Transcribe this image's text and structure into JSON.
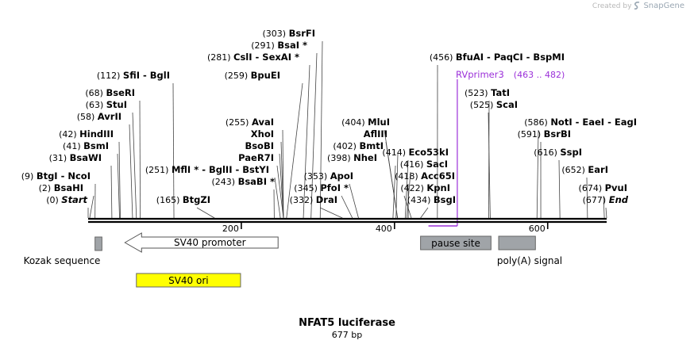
{
  "credit": {
    "prefix": "Created by",
    "brand": "SnapGene"
  },
  "plasmid": {
    "name": "NFAT5 luciferase",
    "length_label": "677 bp",
    "length_bp": 677
  },
  "ruler": {
    "ticks": [
      200,
      400,
      600
    ]
  },
  "colors": {
    "primer": "#9b30d9",
    "feature_gray": "#a0a4a8",
    "ori": "#ffff00",
    "promoter": "#ffffff",
    "line": "#444444"
  },
  "primer": {
    "name": "RVprimer3",
    "range": "(463 .. 482)",
    "start": 463,
    "end": 482
  },
  "sites": [
    {
      "pos": "(0)",
      "name": "Start",
      "bp": 0,
      "italic": true
    },
    {
      "pos": "(2)",
      "name": "BsaHI",
      "bp": 2
    },
    {
      "pos": "(9)",
      "name": "BtgI  -  NcoI",
      "bp": 9
    },
    {
      "pos": "(31)",
      "name": "BsaWI",
      "bp": 31
    },
    {
      "pos": "(41)",
      "name": "BsmI",
      "bp": 41
    },
    {
      "pos": "(42)",
      "name": "HindIII",
      "bp": 42
    },
    {
      "pos": "(58)",
      "name": "AvrII",
      "bp": 58
    },
    {
      "pos": "(63)",
      "name": "StuI",
      "bp": 63
    },
    {
      "pos": "(68)",
      "name": "BseRI",
      "bp": 68
    },
    {
      "pos": "(112)",
      "name": "SfiI  -  BglI",
      "bp": 112
    },
    {
      "pos": "(165)",
      "name": "BtgZI",
      "bp": 165
    },
    {
      "pos": "(251)",
      "name": "MflI *  -  BglII  -  BstYI",
      "bp": 251
    },
    {
      "pos": "(243)",
      "name": "BsaBI *",
      "bp": 243
    },
    {
      "pos": "",
      "name": "PaeR7I",
      "bp": 255
    },
    {
      "pos": "",
      "name": "BsoBI",
      "bp": 255
    },
    {
      "pos": "",
      "name": "XhoI",
      "bp": 255
    },
    {
      "pos": "(255)",
      "name": "AvaI",
      "bp": 255
    },
    {
      "pos": "(259)",
      "name": "BpuEI",
      "bp": 259
    },
    {
      "pos": "(281)",
      "name": "CslI  -  SexAI *",
      "bp": 281
    },
    {
      "pos": "(291)",
      "name": "BsaI *",
      "bp": 291
    },
    {
      "pos": "(303)",
      "name": "BsrFI",
      "bp": 303
    },
    {
      "pos": "(332)",
      "name": "DraI",
      "bp": 332
    },
    {
      "pos": "(345)",
      "name": "PfoI *",
      "bp": 345
    },
    {
      "pos": "(353)",
      "name": "ApoI",
      "bp": 353
    },
    {
      "pos": "(398)",
      "name": "NheI",
      "bp": 398
    },
    {
      "pos": "(402)",
      "name": "BmtI",
      "bp": 402
    },
    {
      "pos": "",
      "name": "AflIII",
      "bp": 404
    },
    {
      "pos": "(404)",
      "name": "MluI",
      "bp": 404
    },
    {
      "pos": "(414)",
      "name": "Eco53kI",
      "bp": 414
    },
    {
      "pos": "(416)",
      "name": "SacI",
      "bp": 416
    },
    {
      "pos": "(418)",
      "name": "Acc65I",
      "bp": 418
    },
    {
      "pos": "(422)",
      "name": "KpnI",
      "bp": 422
    },
    {
      "pos": "(434)",
      "name": "BsgI",
      "bp": 434
    },
    {
      "pos": "(456)",
      "name": "BfuAI  -  PaqCI  -  BspMI",
      "bp": 456
    },
    {
      "pos": "(523)",
      "name": "TatI",
      "bp": 523
    },
    {
      "pos": "(525)",
      "name": "ScaI",
      "bp": 525
    },
    {
      "pos": "(586)",
      "name": "NotI  -  EaeI  -  EagI",
      "bp": 586
    },
    {
      "pos": "(591)",
      "name": "BsrBI",
      "bp": 591
    },
    {
      "pos": "(616)",
      "name": "SspI",
      "bp": 616
    },
    {
      "pos": "(652)",
      "name": "EarI",
      "bp": 652
    },
    {
      "pos": "(674)",
      "name": "PvuI",
      "bp": 674
    },
    {
      "pos": "(677)",
      "name": "End",
      "bp": 677,
      "italic": true
    }
  ],
  "features": [
    {
      "name": "Kozak sequence",
      "start": 9,
      "end": 18,
      "shape": "box",
      "color": "#a0a4a8",
      "label_pos": "below"
    },
    {
      "name": "SV40 promoter",
      "start": 48,
      "end": 248,
      "shape": "arrow-left",
      "color": "#ffffff",
      "label_pos": "inside"
    },
    {
      "name": "SV40 ori",
      "start": 63,
      "end": 199,
      "shape": "box",
      "color": "#ffff00",
      "label_pos": "inside"
    },
    {
      "name": "pause site",
      "start": 434,
      "end": 526,
      "shape": "box",
      "color": "#a0a4a8",
      "label_pos": "inside"
    },
    {
      "name": "poly(A) signal",
      "start": 536,
      "end": 584,
      "shape": "box",
      "color": "#a0a4a8",
      "label_pos": "below"
    }
  ]
}
